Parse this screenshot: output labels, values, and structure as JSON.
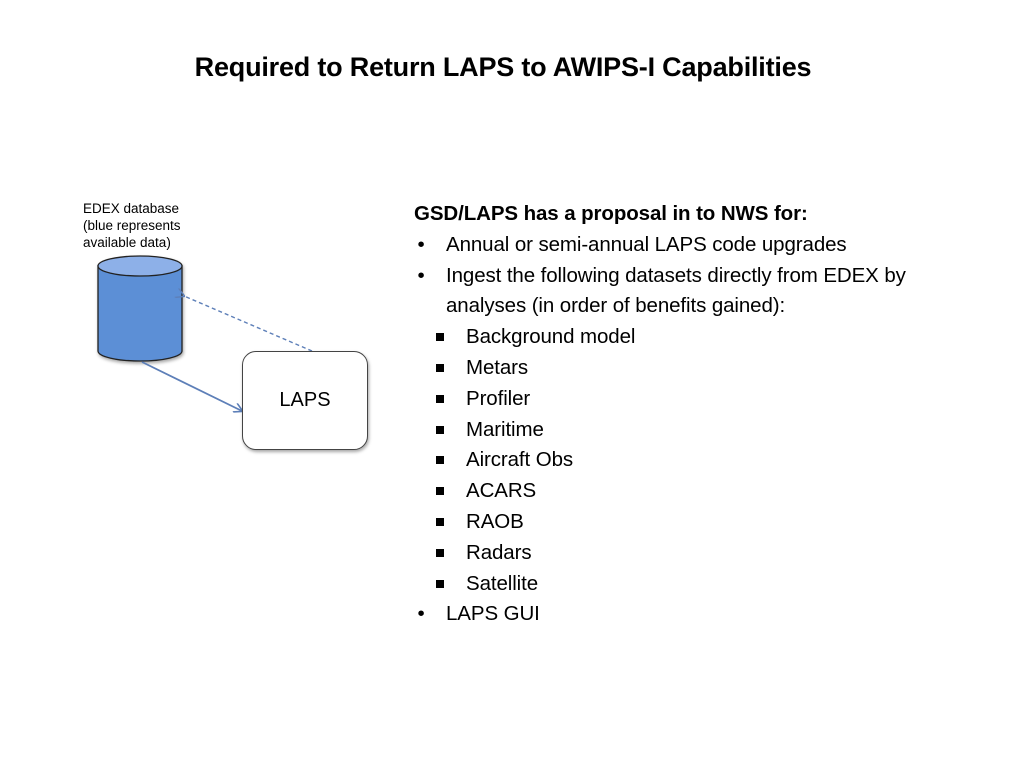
{
  "slide": {
    "title": "Required to Return LAPS to AWIPS-I Capabilities"
  },
  "diagram": {
    "database_label_lines": [
      "EDEX database",
      "(blue represents",
      "available data)"
    ],
    "laps_box_label": "LAPS",
    "database_fill_color": "#5b8fd6",
    "database_top_color": "#8db0e8",
    "arrow_color": "#5d7fb8"
  },
  "content": {
    "heading": "GSD/LAPS has a proposal in to NWS for:",
    "bullets": [
      "Annual or semi-annual LAPS code upgrades",
      "Ingest the following datasets directly from EDEX by analyses (in order of benefits gained):"
    ],
    "datasets": [
      "Background model",
      "Metars",
      "Profiler",
      "Maritime",
      "Aircraft Obs",
      "ACARS",
      "RAOB",
      "Radars",
      "Satellite"
    ],
    "last_bullet": "LAPS GUI"
  }
}
